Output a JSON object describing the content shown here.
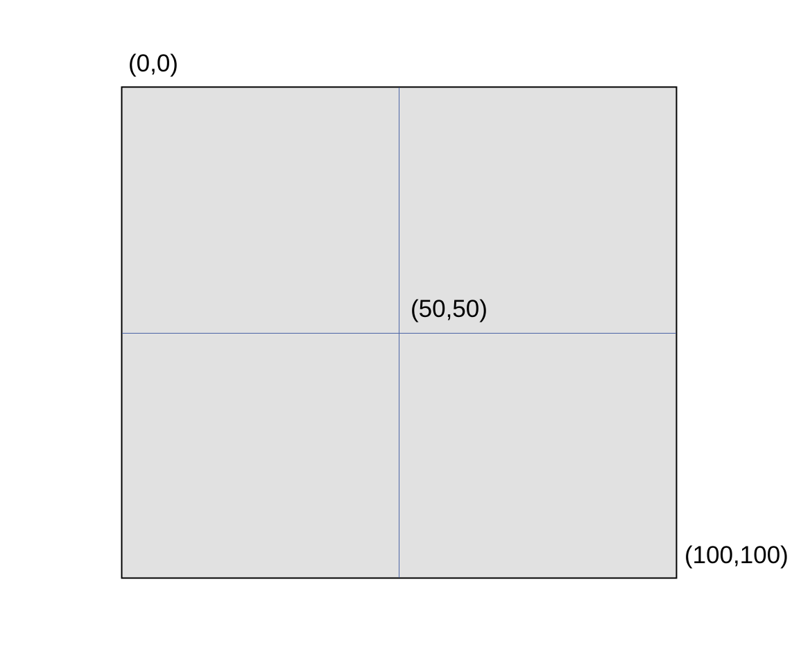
{
  "labels": {
    "origin": "(0,0)",
    "center": "(50,50)",
    "corner": "(100,100)"
  },
  "colors": {
    "fill": "#e1e1e1",
    "border": "#000000",
    "divider": "#4a64a6"
  }
}
